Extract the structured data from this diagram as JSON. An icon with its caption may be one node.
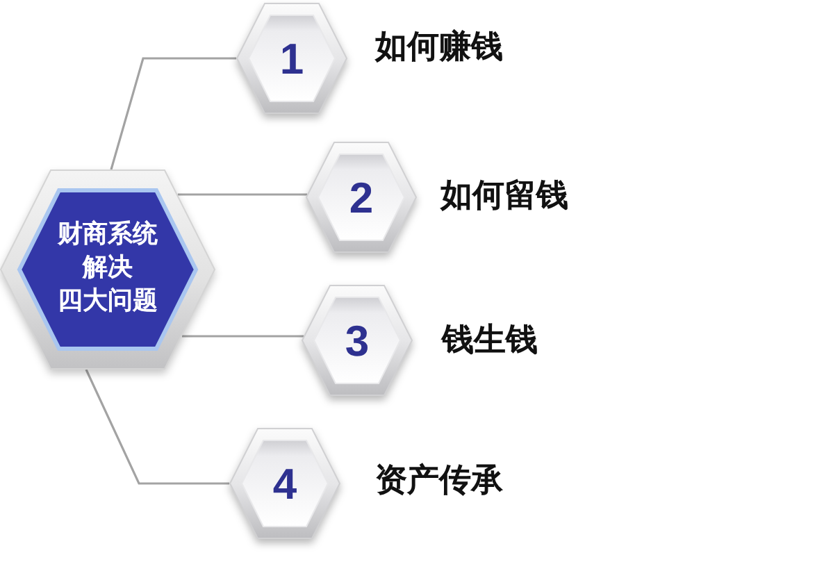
{
  "diagram": {
    "nodes": [
      {
        "text": [
          "财商系统解决四大问题"
        ]
      },
      {
        "text": [
          "1"
        ],
        "beside": [
          "如何赚钱"
        ]
      },
      {
        "text": [
          "2"
        ],
        "beside": [
          "如何留钱"
        ]
      },
      {
        "text": [
          "3"
        ],
        "beside": [
          "钱生钱"
        ]
      },
      {
        "text": [
          "4"
        ],
        "beside": [
          "资产传承"
        ]
      }
    ],
    "edges": [
      {
        "from": 0,
        "to": 1,
        "arrow": "none"
      },
      {
        "from": 0,
        "to": 2,
        "arrow": "none"
      },
      {
        "from": 0,
        "to": 3,
        "arrow": "none"
      },
      {
        "from": 0,
        "to": 4,
        "arrow": "none"
      }
    ]
  }
}
